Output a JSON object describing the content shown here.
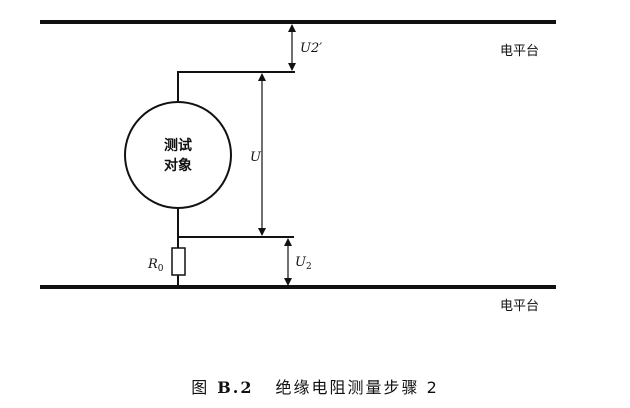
{
  "diagram": {
    "platform_label_top": "电平台",
    "platform_label_bottom": "电平台",
    "test_object_line1": "测试",
    "test_object_line2": "对象",
    "label_u2_prime": "U2′",
    "label_u": "U",
    "label_u2": "U2",
    "label_r0": "R0"
  },
  "caption": {
    "prefix": "图",
    "number": "B.2",
    "title": "绝缘电阻测量步骤 2"
  }
}
